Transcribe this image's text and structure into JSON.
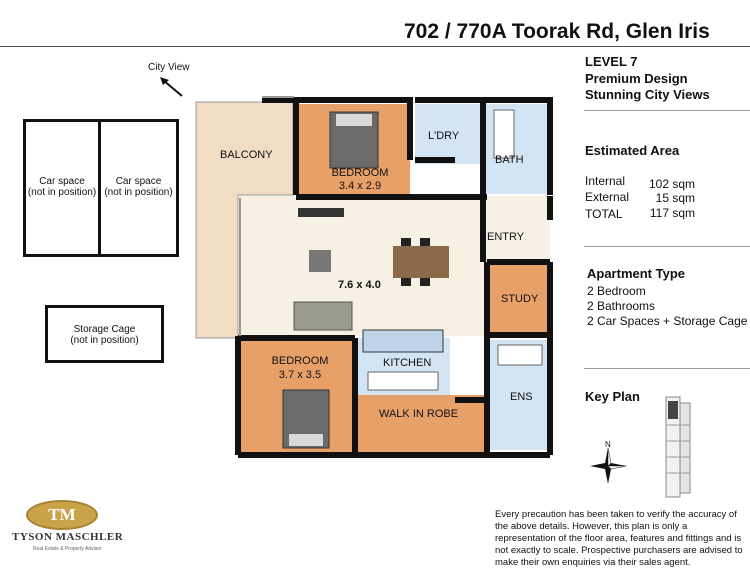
{
  "header": {
    "address": "702 / 770A Toorak Rd, Glen Iris"
  },
  "summary": {
    "level": "LEVEL 7",
    "line1": "Premium Design",
    "line2": "Stunning City Views"
  },
  "area": {
    "title": "Estimated Area",
    "internal_label": "Internal",
    "internal_value": "102 sqm",
    "external_label": "External",
    "external_value": "15 sqm",
    "total_label": "TOTAL",
    "total_value": "117 sqm"
  },
  "apartment": {
    "title": "Apartment Type",
    "items": [
      "2 Bedroom",
      "2 Bathrooms",
      "2 Car Spaces + Storage Cage"
    ]
  },
  "keyplan": {
    "title": "Key Plan",
    "north": "N"
  },
  "plan": {
    "city_view": "City View",
    "car_space_1": "Car space\n(not in position)",
    "car_space_2": "Car space\n(not in position)",
    "storage": "Storage Cage\n(not in position)",
    "balcony": "BALCONY",
    "bedroom1": "BEDROOM",
    "bedroom1_size": "3.4 x 2.9",
    "laundry": "L'DRY",
    "bath": "BATH",
    "entry": "ENTRY",
    "living_size": "7.6 x 4.0",
    "study": "STUDY",
    "bedroom2": "BEDROOM",
    "bedroom2_size": "3.7 x 3.5",
    "kitchen": "KITCHEN",
    "wir": "WALK IN ROBE",
    "ens": "ENS"
  },
  "logo": {
    "monogram": "TM",
    "name": "TYSON MASCHLER",
    "tagline": "Real Estate & Property Advisor"
  },
  "disclaimer": "Every precaution has been taken to verify the accuracy of the above details.  However, this plan is only a representation of the floor area, features and fittings and is not exactly to scale. Prospective purchasers are advised to make their own enquiries via their sales agent.",
  "colors": {
    "bedroom": "#E8A069",
    "wet_area": "#D3E4F2",
    "living": "#F6F1E3",
    "balcony": "#F2DCC3",
    "wall": "#111111",
    "logo_gold": "#C9A24A"
  }
}
